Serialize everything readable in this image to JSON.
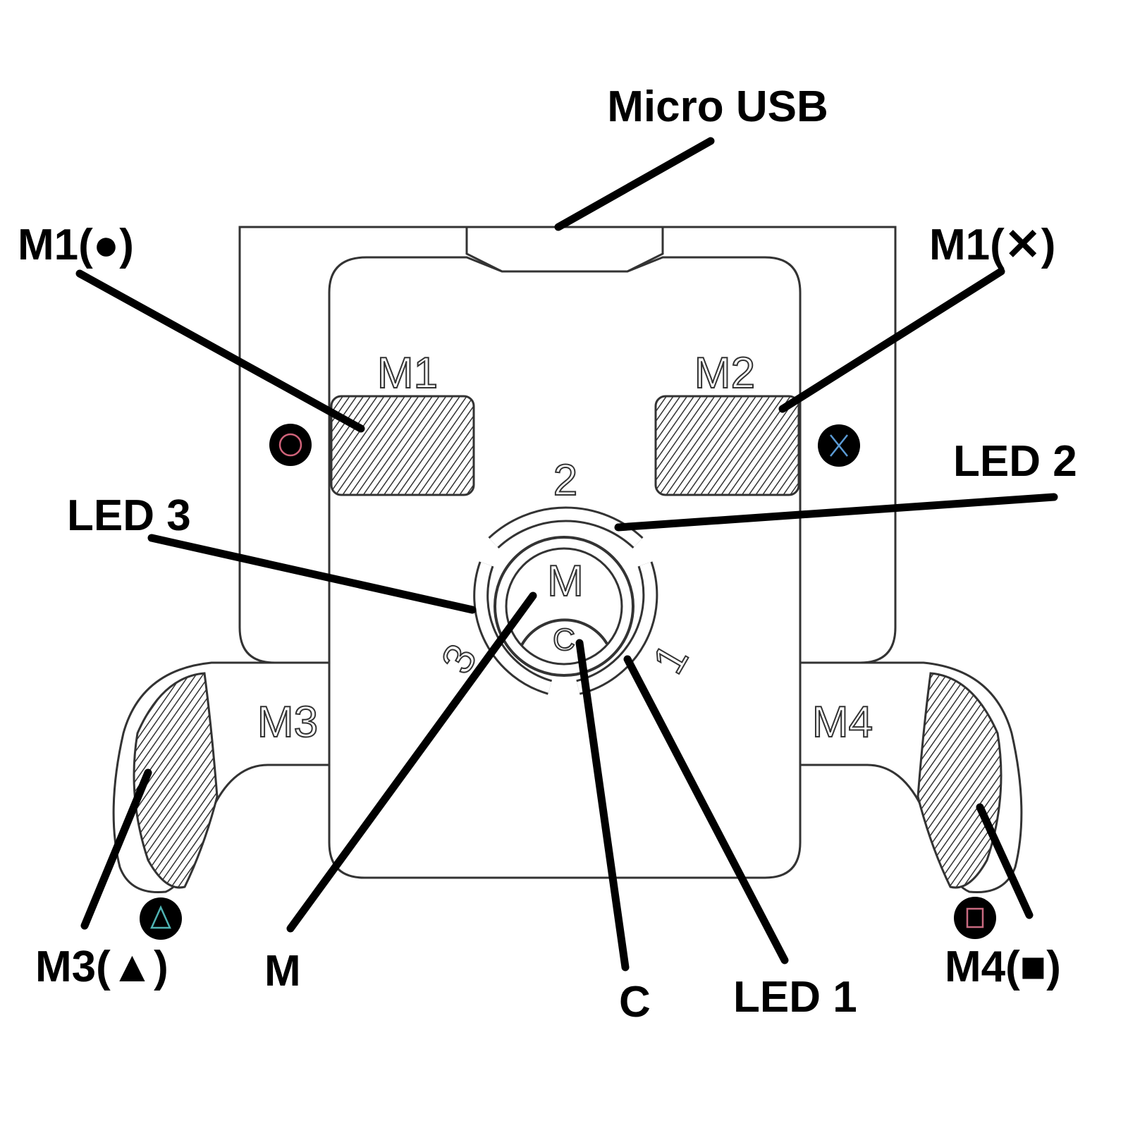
{
  "diagram": {
    "callouts": {
      "micro_usb": "Micro USB",
      "m1_circle": "M1(●)",
      "m1_cross": "M1(✕)",
      "led2": "LED 2",
      "led3": "LED 3",
      "m3_triangle": "M3(▲)",
      "m": "M",
      "c": "C",
      "led1": "LED 1",
      "m4_square": "M4(■)"
    },
    "engraved": {
      "m1": "M1",
      "m2": "M2",
      "m3": "M3",
      "m4": "M4",
      "led2_num": "2",
      "led3_num": "3",
      "led1_num": "1",
      "m_button": "M",
      "c_button": "C"
    },
    "symbols": {
      "circle": "circle-icon",
      "cross": "cross-icon",
      "triangle": "triangle-icon",
      "square": "square-icon"
    },
    "colors": {
      "circle": "#d0637a",
      "cross": "#5b9bd5",
      "triangle": "#4fb3b3",
      "square": "#c86a80"
    }
  }
}
